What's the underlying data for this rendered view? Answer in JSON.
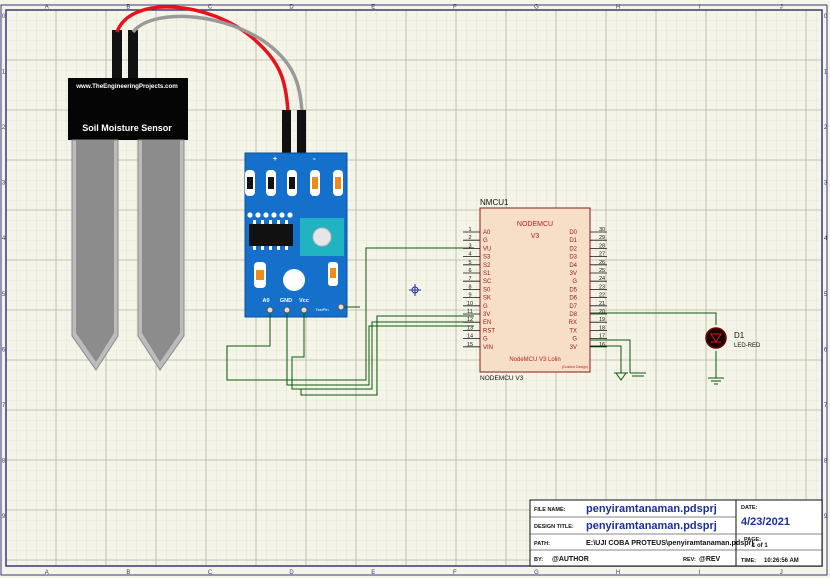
{
  "grid": {
    "col_letters": [
      "A",
      "B",
      "C",
      "D",
      "E",
      "F",
      "G",
      "H",
      "I",
      "J"
    ],
    "row_numbers": [
      "0",
      "1",
      "2",
      "3",
      "4",
      "5",
      "6",
      "7",
      "8",
      "9"
    ]
  },
  "sensor": {
    "site": "www.TheEngineeringProjects.com",
    "label": "Soil Moisture Sensor"
  },
  "module": {
    "plus": "+",
    "minus": "-",
    "pins": [
      "A0",
      "GND",
      "Vcc"
    ],
    "test_pin": "TestPin"
  },
  "nodemcu": {
    "ref": "NMCU1",
    "title": "NODEMCU",
    "version": "V3",
    "footer": "NodeMCU V3 Lolin",
    "footer_small": "(Custom Design)",
    "value": "NODEMCU V3",
    "left_nums": [
      "1",
      "2",
      "3",
      "4",
      "5",
      "6",
      "7",
      "8",
      "9",
      "10",
      "11",
      "12",
      "13",
      "14",
      "15"
    ],
    "left_pins": [
      "A0",
      "G",
      "VU",
      "S3",
      "S2",
      "S1",
      "SC",
      "S0",
      "SK",
      "G",
      "3V",
      "EN",
      "RST",
      "G",
      "VIN"
    ],
    "right_nums": [
      "30",
      "29",
      "28",
      "27",
      "26",
      "25",
      "24",
      "23",
      "22",
      "21",
      "20",
      "19",
      "18",
      "17",
      "16"
    ],
    "right_pins": [
      "D0",
      "D1",
      "D2",
      "D3",
      "D4",
      "3V",
      "G",
      "D5",
      "D6",
      "D7",
      "D8",
      "RX",
      "TX",
      "G",
      "3V"
    ]
  },
  "led": {
    "ref": "D1",
    "value": "LED-RED"
  },
  "title_block": {
    "file_name_label": "FILE NAME:",
    "file_name": "penyiramtanaman.pdsprj",
    "design_title_label": "DESIGN TITLE:",
    "design_title": "penyiramtanaman.pdsprj",
    "path_label": "PATH:",
    "path": "E:\\UJI COBA PROTEUS\\penyiramtanaman.pdsprj",
    "by_label": "BY:",
    "author": "@AUTHOR",
    "rev_label": "REV:",
    "rev": "@REV",
    "date_label": "DATE:",
    "date": "4/23/2021",
    "page_label": "PAGE:",
    "page": "1 of 1",
    "time_label": "TIME:",
    "time": "10:26:56 AM"
  },
  "colors": {
    "background": "#f4f4e8",
    "grid": "#d0d0bc",
    "border": "#3a3a7a",
    "wire": "#0a5a0a",
    "mcu_body": "#f6dfc6",
    "mcu_outline": "#8b1a1a",
    "module_blue": "#1570cc",
    "red_wire": "#e8121c",
    "gray_wire": "#9a9a9a"
  }
}
